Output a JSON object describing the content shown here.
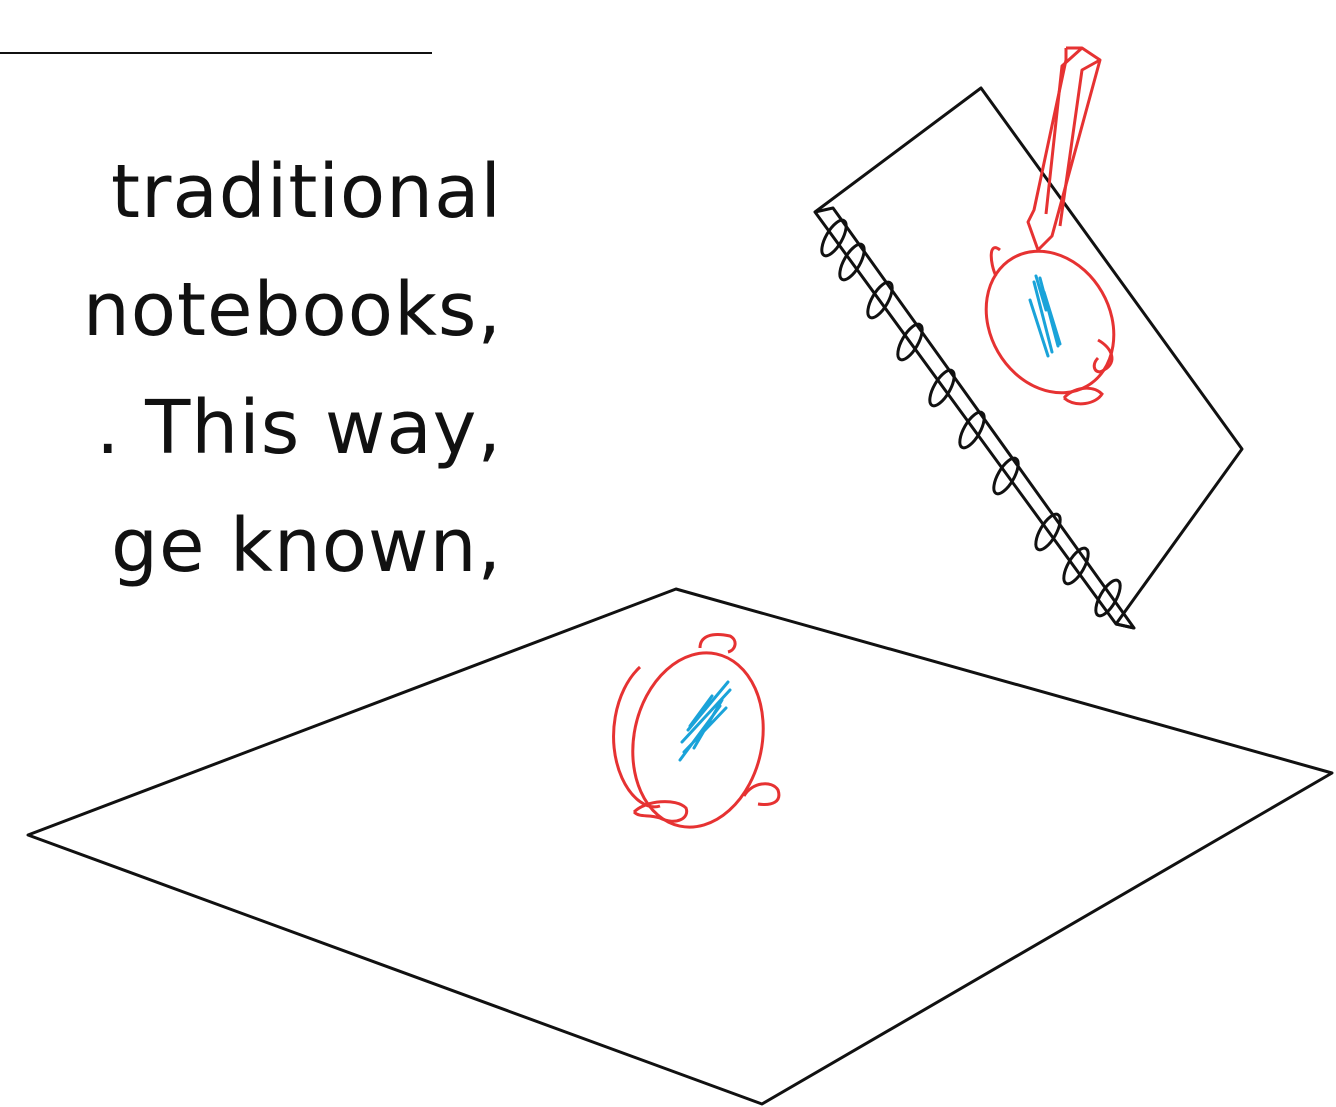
{
  "lines": [
    "traditional",
    "notebooks,",
    ". This way,",
    "ge  known,"
  ],
  "colors": {
    "ink": "#111111",
    "pen_red": "#e63232",
    "pen_blue": "#1aa3d9",
    "background": "#ffffff"
  }
}
